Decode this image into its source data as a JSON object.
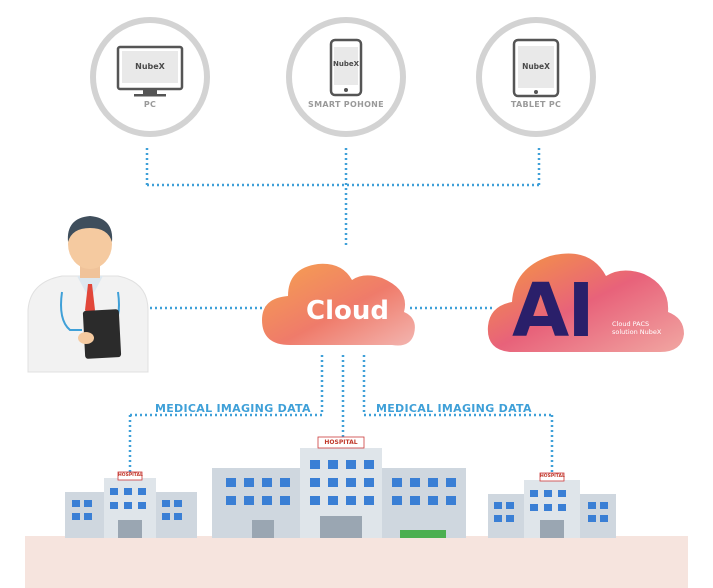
{
  "devices": [
    {
      "name": "PC",
      "screen_text": "NubeX"
    },
    {
      "name": "SMART POHONE",
      "screen_text": "NubeX"
    },
    {
      "name": "TABLET PC",
      "screen_text": "NubeX"
    }
  ],
  "cloud": {
    "label": "Cloud"
  },
  "ai": {
    "logo_text": "AI",
    "caption_line1": "Cloud PACS",
    "caption_line2": "solution NubeX"
  },
  "data_flows": {
    "left": "MEDICAL IMAGING DATA",
    "right": "MEDICAL IMAGING DATA"
  },
  "hospitals": {
    "sign_left": "HOSPITAL",
    "sign_center": "HOSPITAL",
    "sign_right": "HOSPITAL"
  },
  "colors": {
    "connector": "#3fa0d8",
    "device_ring": "#cfcfcf",
    "ground": "#f6e4de",
    "cloud_from": "#f29a55",
    "cloud_to": "#e8607a"
  }
}
